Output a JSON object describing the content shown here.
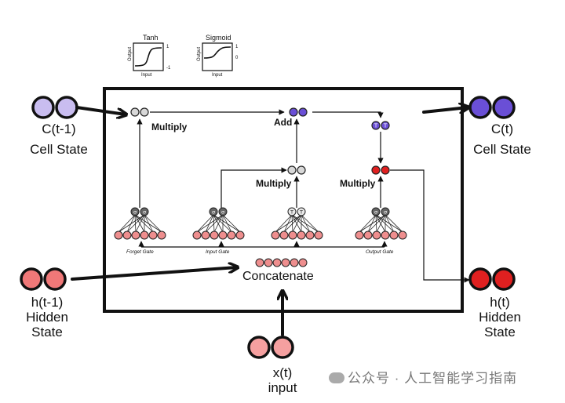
{
  "activations": {
    "tanh": {
      "title": "Tanh",
      "xlabel": "Input",
      "ylabel": "Output",
      "top": "1",
      "bottom": "-1"
    },
    "sigmoid": {
      "title": "Sigmoid",
      "xlabel": "Input",
      "ylabel": "Output",
      "top": "1",
      "bottom": "0"
    }
  },
  "inputs": {
    "cell_prev": {
      "line1": "C(t-1)",
      "line2": "Cell State"
    },
    "hidden_prev": {
      "line1": "h(t-1)",
      "line2": "Hidden",
      "line3": "State"
    },
    "x": {
      "line1": "x(t)",
      "line2": "input"
    }
  },
  "outputs": {
    "cell": {
      "line1": "C(t)",
      "line2": "Cell State"
    },
    "hidden": {
      "line1": "h(t)",
      "line2": "Hidden",
      "line3": "State"
    }
  },
  "ops": {
    "multiply": "Multiply",
    "add": "Add",
    "concatenate": "Concatenate"
  },
  "gates": {
    "forget": "Forget Gate",
    "input": "Input Gate",
    "output": "Output Gate"
  },
  "gate_symbols": {
    "sigma": "σ",
    "tanh": "T"
  },
  "watermark": "公众号 · 人工智能学习指南",
  "colors": {
    "cell": "#c9bdf0",
    "cell_out": "#6a4fd6",
    "hidden": "#f07878",
    "hidden_out": "#e02020",
    "input": "#f5a0a0",
    "neuron": "#ee8e8e",
    "line": "#111111",
    "grey": "#d8d8d8",
    "dark": "#555555"
  }
}
